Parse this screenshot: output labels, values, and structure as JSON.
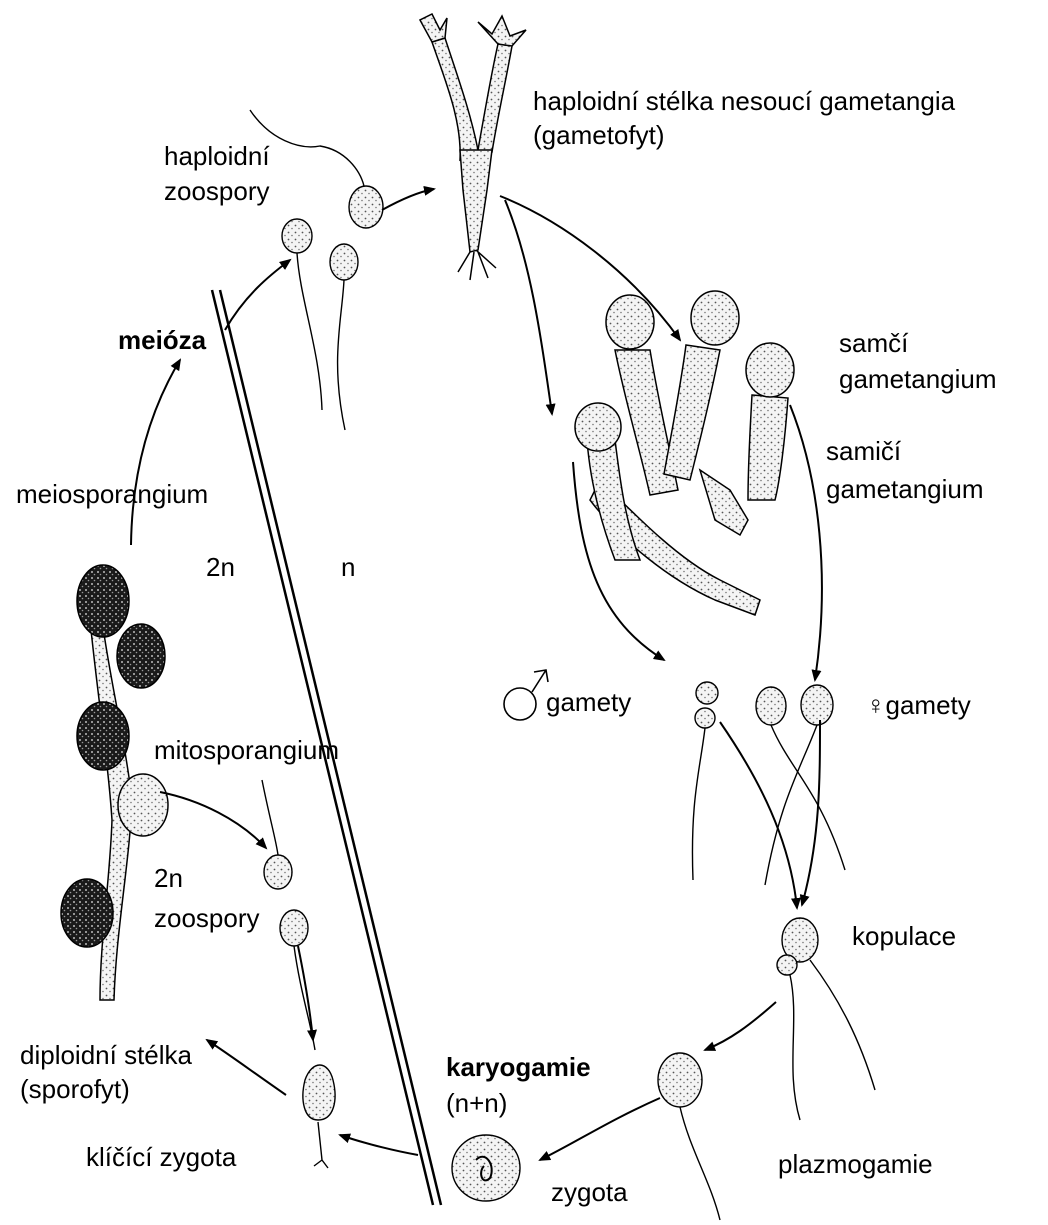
{
  "labels": {
    "haploid_thallus_1": "haploidní stélka nesoucí gametangia",
    "haploid_thallus_2": "(gametofyt)",
    "haploid_zoospores_1": "haploidní",
    "haploid_zoospores_2": "zoospory",
    "meiosis": "meióza",
    "meiosporangium": "meiosporangium",
    "ploidy_2n": "2n",
    "ploidy_n": "n",
    "male_gametangium_1": "samčí",
    "male_gametangium_2": "gametangium",
    "female_gametangium_1": "samičí",
    "female_gametangium_2": "gametangium",
    "male_gametes": "gamety",
    "female_gametes": "♀gamety",
    "mitosporangium": "mitosporangium",
    "zoospores_2n_1": "2n",
    "zoospores_2n_2": "zoospory",
    "copulation": "kopulace",
    "diploid_thallus_1": "diploidní stélka",
    "diploid_thallus_2": "(sporofyt)",
    "karyogamy_1": "karyogamie",
    "karyogamy_2": "(n+n)",
    "germinating_zygote": "klíčící zygota",
    "plasmogamy": "plazmogamie",
    "zygote": "zygota"
  }
}
